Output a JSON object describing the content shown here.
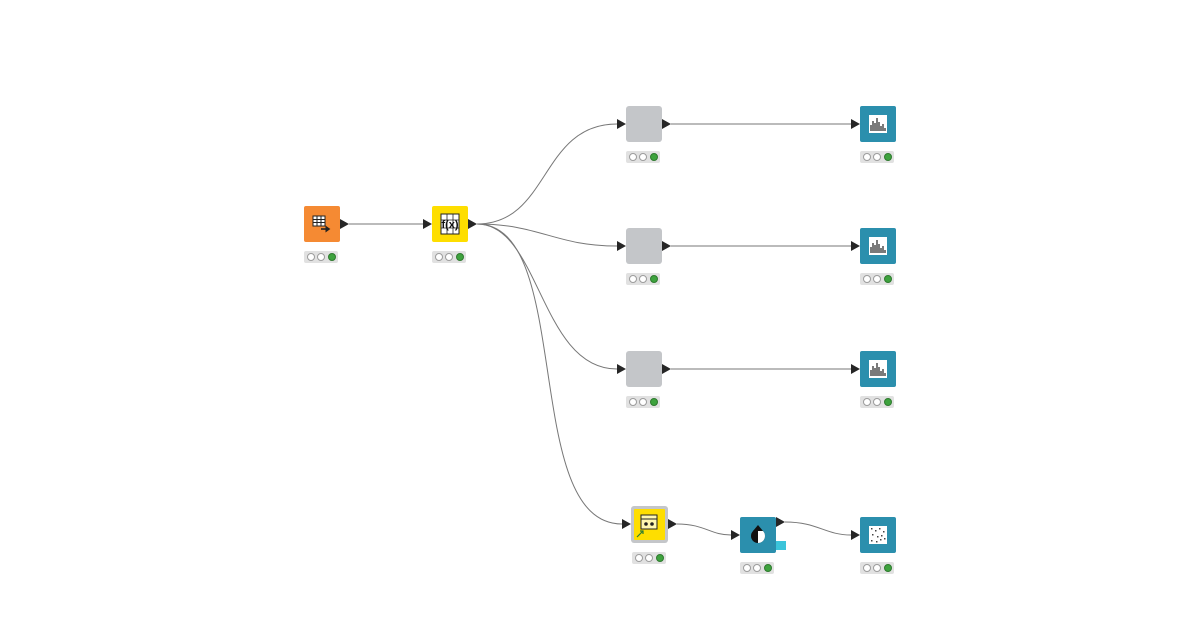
{
  "canvas": {
    "background": "#ffffff"
  },
  "colors": {
    "source": "#f58a33",
    "manipulator": "#fede00",
    "metanode": "#c4c6c9",
    "visualizer": "#2b8fad",
    "port": "#262626",
    "connection": "#777777",
    "status_ok": "#3ea33e",
    "flow_variable_port": "#3bc4da"
  },
  "nodes": [
    {
      "id": "table-creator",
      "kind": "source",
      "icon": "table-icon",
      "status": "executed"
    },
    {
      "id": "math-formula",
      "kind": "manipulator",
      "icon": "formula-icon",
      "status": "executed"
    },
    {
      "id": "metanode-1",
      "kind": "metanode",
      "icon": "",
      "status": "executed"
    },
    {
      "id": "metanode-2",
      "kind": "metanode",
      "icon": "",
      "status": "executed"
    },
    {
      "id": "metanode-3",
      "kind": "metanode",
      "icon": "",
      "status": "executed"
    },
    {
      "id": "component-1",
      "kind": "component",
      "icon": "component-icon",
      "status": "executed"
    },
    {
      "id": "color-manager",
      "kind": "visualizer",
      "icon": "color-icon",
      "status": "executed"
    },
    {
      "id": "histogram-1",
      "kind": "visualizer",
      "icon": "histogram-icon",
      "status": "executed"
    },
    {
      "id": "histogram-2",
      "kind": "visualizer",
      "icon": "histogram-icon",
      "status": "executed"
    },
    {
      "id": "histogram-3",
      "kind": "visualizer",
      "icon": "histogram-icon",
      "status": "executed"
    },
    {
      "id": "scatter-plot",
      "kind": "visualizer",
      "icon": "scatter-icon",
      "status": "executed"
    }
  ],
  "connections": [
    {
      "from": "table-creator",
      "to": "math-formula"
    },
    {
      "from": "math-formula",
      "to": "metanode-1"
    },
    {
      "from": "math-formula",
      "to": "metanode-2"
    },
    {
      "from": "math-formula",
      "to": "metanode-3"
    },
    {
      "from": "math-formula",
      "to": "component-1"
    },
    {
      "from": "metanode-1",
      "to": "histogram-1"
    },
    {
      "from": "metanode-2",
      "to": "histogram-2"
    },
    {
      "from": "metanode-3",
      "to": "histogram-3"
    },
    {
      "from": "component-1",
      "to": "color-manager"
    },
    {
      "from": "color-manager",
      "to": "scatter-plot"
    }
  ]
}
